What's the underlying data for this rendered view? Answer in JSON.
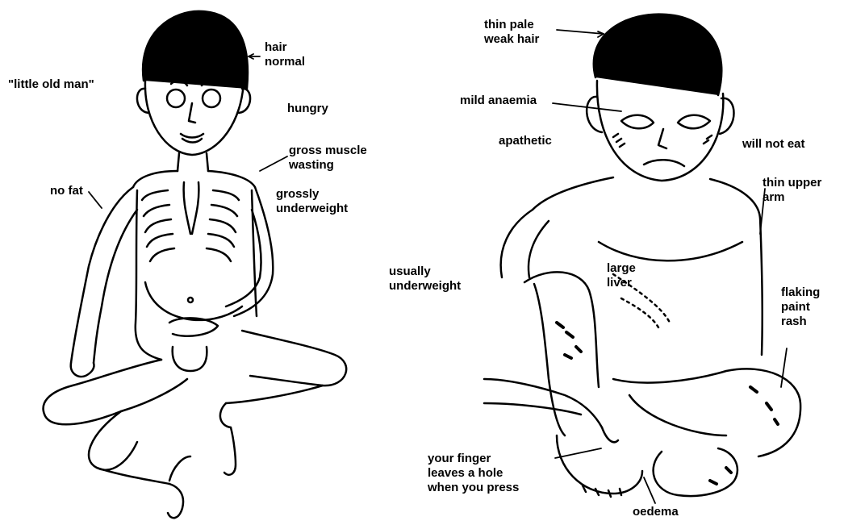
{
  "left_figure": {
    "labels": {
      "little_old_man": "\"little old man\"",
      "hair_line1": "hair",
      "hair_line2": "normal",
      "hungry": "hungry",
      "muscle_line1": "gross muscle",
      "muscle_line2": "wasting",
      "no_fat": "no fat",
      "underweight_line1": "grossly",
      "underweight_line2": "underweight"
    }
  },
  "right_figure": {
    "labels": {
      "hair_line1": "thin pale",
      "hair_line2": "weak hair",
      "anaemia": "mild anaemia",
      "apathetic": "apathetic",
      "will_not_eat": "will not eat",
      "arm_line1": "thin upper",
      "arm_line2": "arm",
      "usually_line1": "usually",
      "usually_line2": "underweight",
      "liver_line1": "large",
      "liver_line2": "liver",
      "rash_line1": "flaking",
      "rash_line2": "paint",
      "rash_line3": "rash",
      "finger_line1": "your finger",
      "finger_line2": "leaves a hole",
      "finger_line3": "when you press",
      "oedema": "oedema"
    }
  },
  "colors": {
    "ink": "#000000",
    "paper": "#ffffff"
  }
}
